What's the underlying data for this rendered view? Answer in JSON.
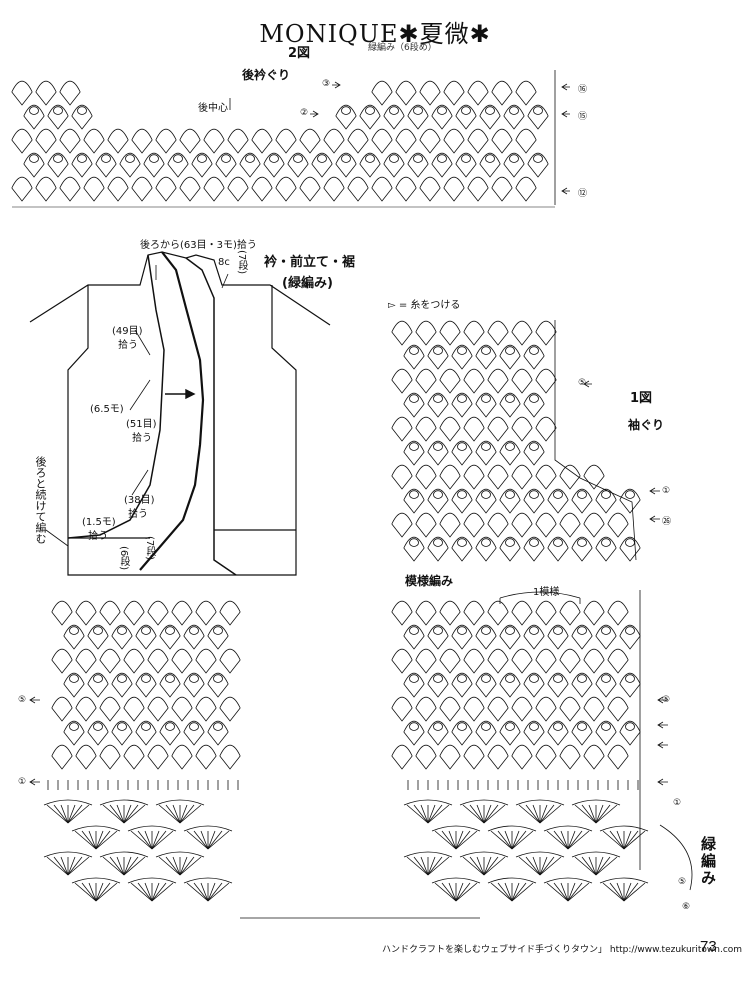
{
  "header": {
    "title": "MONIQUE✱夏微✱",
    "page_number": "73",
    "footer": "ハンドクラフトを楽しむウェブサイド手づくりタウン」 http://www.tezukuritown.com"
  },
  "fig2": {
    "label": "2図",
    "name": "後衿ぐり",
    "center": "後中心",
    "note": "緑編み（6段め）",
    "row_marks": [
      "⑯",
      "⑮",
      "⑫"
    ],
    "left_marks": [
      "③",
      "②"
    ]
  },
  "schematic": {
    "pickup_top": "後ろから(63目・3モ)拾う",
    "collar_w": "8c",
    "collar_rows": "(7段)",
    "title_1": "衿・前立て・裾",
    "title_2": "(緑編み)",
    "pick49": "(49目)",
    "pick49b": "拾う",
    "mo65": "(6.5モ)",
    "pick51": "(51目)",
    "pick51b": "拾う",
    "pick38": "(38目)",
    "pick38b": "拾う",
    "mo15": "(1.5モ)",
    "pick_b": "拾う",
    "rows7": "(7段)",
    "rows6": "(6段)",
    "side_note": "後ろと続けて編む"
  },
  "legend": {
    "attach": "▻ = 糸をつける"
  },
  "fig1": {
    "label": "1図",
    "name": "袖ぐり",
    "marks": [
      "⑤",
      "①",
      "㉖"
    ]
  },
  "pattern": {
    "title": "模様編み",
    "repeat": "1模様",
    "marks_left": [
      "⑤",
      "①"
    ],
    "marks_right": [
      "⑤",
      "①",
      "⑤",
      "⑥"
    ]
  },
  "edging": {
    "title": "緑編み"
  }
}
